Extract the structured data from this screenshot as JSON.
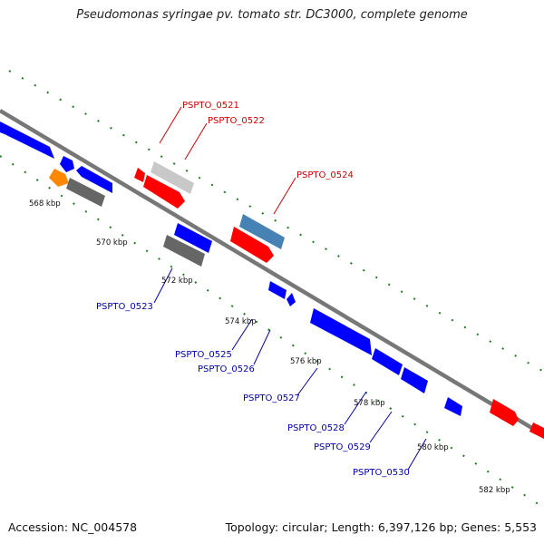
{
  "title": "Pseudomonas syringae pv. tomato str. DC3000, complete genome",
  "footer": {
    "accession": "Accession: NC_004578",
    "summary": "Topology: circular; Length: 6,397,126 bp; Genes: 5,553"
  },
  "colors": {
    "forward_gene": "#ff0000",
    "reverse_gene": "#0000ff",
    "pseudogene": "#bbbbbb",
    "rna": "#ff8800",
    "dark_gene": "#666666",
    "steelblue_gene": "#4682b4",
    "backbone": "#888888",
    "tick": "#1f7a1f",
    "label_forward": "#cc0000",
    "label_reverse": "#0000aa"
  },
  "ticks": [
    "568 kbp",
    "570 kbp",
    "572 kbp",
    "574 kbp",
    "576 kbp",
    "578 kbp",
    "580 kbp",
    "582 kbp"
  ],
  "labels": {
    "forward": [
      "PSPTO_0521",
      "PSPTO_0522",
      "PSPTO_0524"
    ],
    "reverse": [
      "PSPTO_0523",
      "PSPTO_0525",
      "PSPTO_0526",
      "PSPTO_0527",
      "PSPTO_0528",
      "PSPTO_0529",
      "PSPTO_0530"
    ]
  }
}
